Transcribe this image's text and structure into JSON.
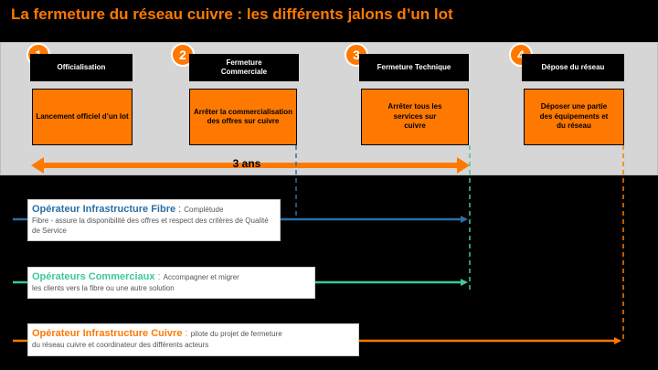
{
  "title": "La fermeture du réseau cuivre : les différents jalons d’un lot",
  "phases": [
    {
      "number": "1",
      "name": "Officialisation",
      "description": "Lancement officiel d’un lot"
    },
    {
      "number": "2",
      "name": "Fermeture Commerciale",
      "description": "Arrêter la commercialisation des offres sur cuivre"
    },
    {
      "number": "3",
      "name": "Fermeture Technique",
      "description": "Arrêter tous les services sur cuivre"
    },
    {
      "number": "4",
      "name": "Dépose du réseau",
      "description": "Déposer une partie des équipements et du réseau"
    }
  ],
  "duration_label": "3 ans",
  "operators": [
    {
      "name": "Opérateur Infrastructure Fibre",
      "separator": " : ",
      "text_first": "Complétude",
      "text_rest": "Fibre  - assure la disponibilité des offres et respect des critères de Qualité de Service"
    },
    {
      "name": "Opérateurs Commerciaux",
      "separator": " : ",
      "text_first": "Accompagner et migrer",
      "text_rest": "les clients vers la fibre ou une autre solution"
    },
    {
      "name": "Opérateur Infrastructure Cuivre",
      "separator": " : ",
      "text_first": "pilote du projet de fermeture",
      "text_rest": "du réseau cuivre et coordinateur des différents acteurs"
    }
  ],
  "colors": {
    "orange": "#ff7900",
    "blue": "#2a70a6",
    "green": "#3fc89a",
    "panel": "#d6d6d6"
  }
}
